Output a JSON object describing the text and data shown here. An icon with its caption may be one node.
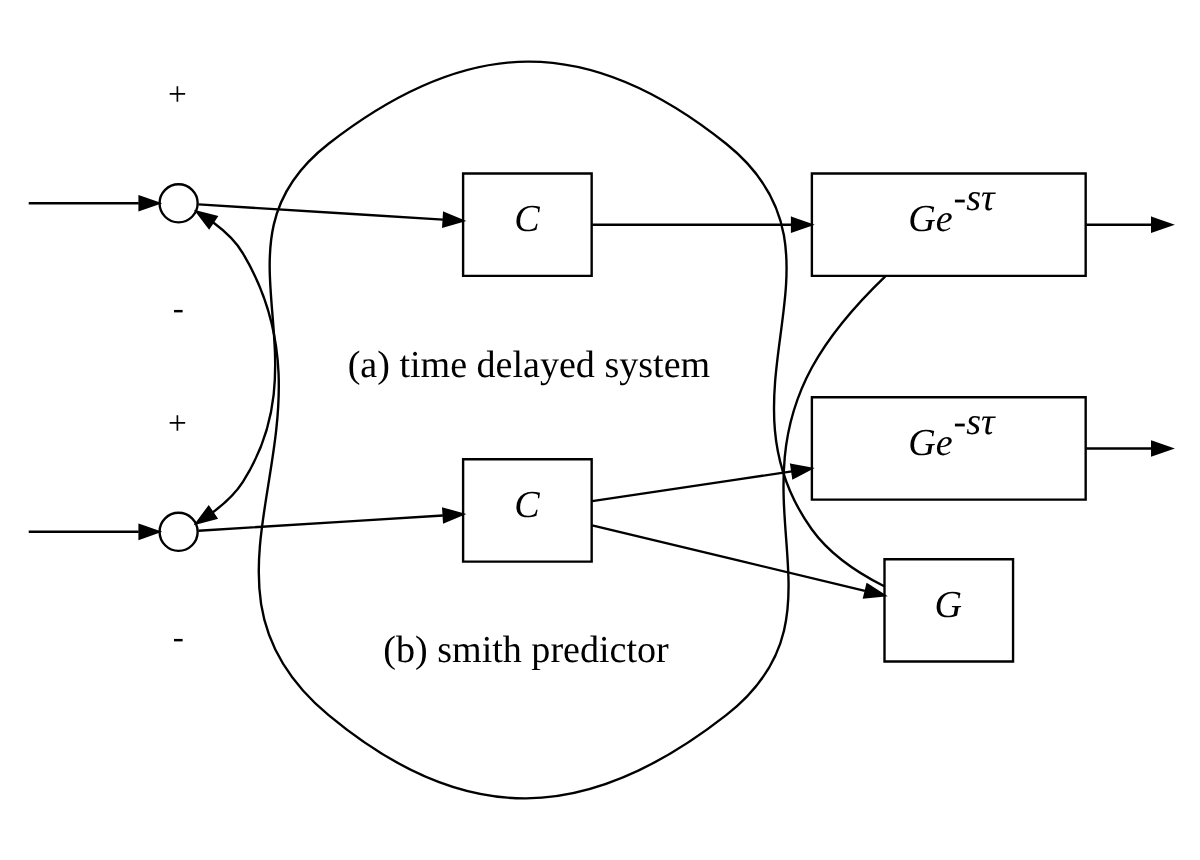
{
  "diagram": {
    "nodes": [
      {
        "text": [],
        "shape": "circle"
      },
      {
        "text": [
          "C"
        ]
      },
      {
        "text": [
          "Ge$^{-sτ}$"
        ]
      },
      {
        "text": [],
        "shape": "circle"
      },
      {
        "text": [
          "C"
        ]
      },
      {
        "text": [
          "Ge$^{-sτ}$"
        ]
      },
      {
        "text": [
          "G"
        ]
      }
    ],
    "edges": [
      {
        "from": null,
        "to": 0,
        "arrow": "to"
      },
      {
        "from": 0,
        "to": 1,
        "arrow": "to"
      },
      {
        "from": 1,
        "to": 2,
        "arrow": "to"
      },
      {
        "from": 2,
        "to": null,
        "arrow": "to"
      },
      {
        "from": 2,
        "to": 0,
        "arrow": "to"
      },
      {
        "from": null,
        "to": 3,
        "arrow": "to"
      },
      {
        "from": 3,
        "to": 4,
        "arrow": "to"
      },
      {
        "from": 4,
        "to": 5,
        "arrow": "to"
      },
      {
        "from": 5,
        "to": null,
        "arrow": "to"
      },
      {
        "from": 4,
        "to": 6,
        "arrow": "to"
      },
      {
        "from": 6,
        "to": 3,
        "arrow": "to"
      }
    ],
    "labels": [
      "+",
      "-",
      "(a) time delayed system",
      "+",
      "-",
      "(b) smith predictor"
    ]
  }
}
